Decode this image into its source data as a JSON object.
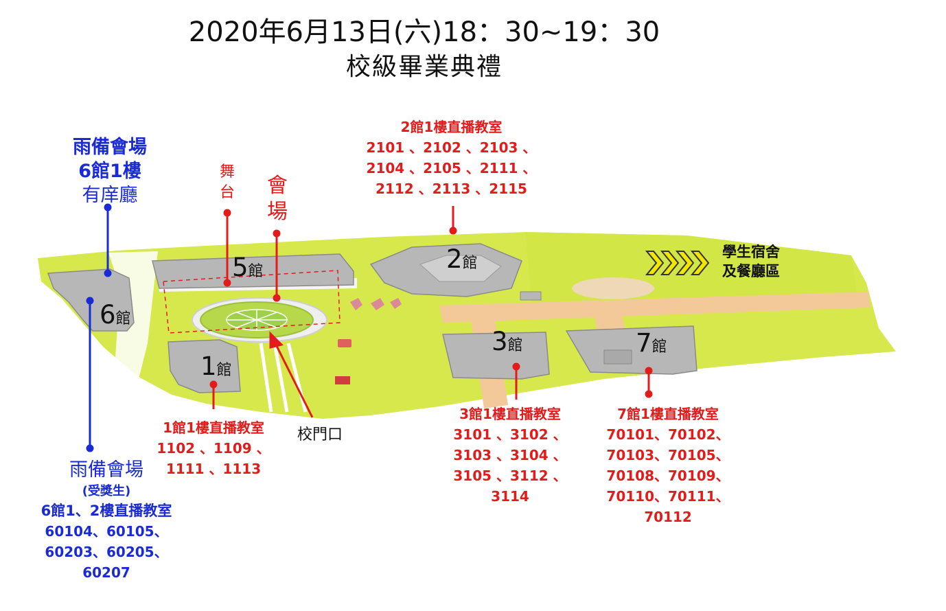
{
  "header": {
    "date_time": "2020年6月13日(六)18：30~19：30",
    "event": "校級畢業典禮"
  },
  "buildings": {
    "b1": {
      "num": "1",
      "suffix": "館"
    },
    "b2": {
      "num": "2",
      "suffix": "館"
    },
    "b3": {
      "num": "3",
      "suffix": "館"
    },
    "b5": {
      "num": "5",
      "suffix": "館"
    },
    "b6": {
      "num": "6",
      "suffix": "館"
    },
    "b7": {
      "num": "7",
      "suffix": "館"
    }
  },
  "labels": {
    "stage": [
      "舞",
      "台"
    ],
    "venue": [
      "會",
      "場"
    ],
    "gate": "校門口",
    "dorm": [
      "學生宿舍",
      "及餐廳區"
    ]
  },
  "rain_venue_hall": {
    "lines": [
      "雨備會場",
      "6館1樓",
      "有庠廳"
    ]
  },
  "rain_venue_awardees": {
    "title": "雨備會場",
    "sub": "(受獎生)",
    "lines": [
      "6館1、2樓直播教室",
      "60104、60105、",
      "60203、60205、",
      "60207"
    ]
  },
  "building2_rooms": {
    "title": "2館1樓直播教室",
    "lines": [
      "2101 、2102 、2103 、",
      "2104 、2105 、2111 、",
      "2112 、2113 、2115"
    ]
  },
  "building1_rooms": {
    "title": "1館1樓直播教室",
    "lines": [
      "1102 、1109 、",
      "1111 、1113"
    ]
  },
  "building3_rooms": {
    "title": "3館1樓直播教室",
    "lines": [
      "3101 、3102 、",
      "3103 、3104 、",
      "3105 、3112 、",
      "3114"
    ]
  },
  "building7_rooms": {
    "title": "7館1樓直播教室",
    "lines": [
      "70101、70102、",
      "70103、70105、",
      "70108、70109、",
      "70110、70111、",
      "70112"
    ]
  },
  "colors": {
    "red": "#e31b1b",
    "blue": "#1a2bd6",
    "lawn": "#d7e84c",
    "building": "#b7b7b7",
    "path": "#f3c99a",
    "chevron": "#f2e600"
  }
}
